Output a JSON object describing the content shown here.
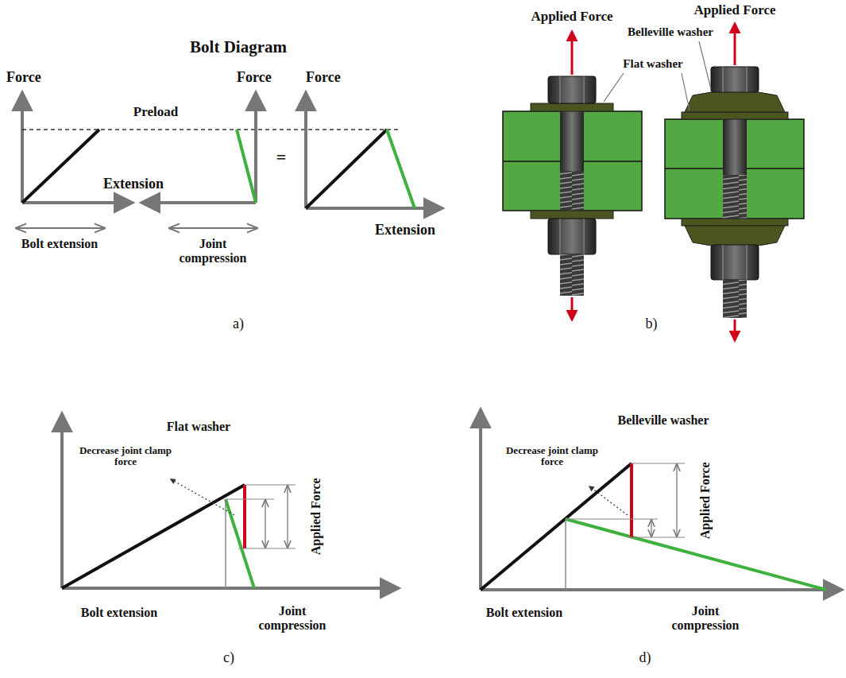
{
  "diagram": {
    "labels": [
      "Bolt Diagram",
      "Force",
      "Force",
      "Force",
      "Preload",
      "Extension",
      "=",
      "Extension",
      "Bolt extension",
      "Joint compression",
      "a)",
      "Applied Force",
      "Applied Force",
      "Belleville washer",
      "Flat washer",
      "b)",
      "Flat washer",
      "Decrease joint clamp force",
      "Applied Force",
      "Bolt extension",
      "Joint compression",
      "c)",
      "Belleville washer",
      "Decrease joint clamp force",
      "Applied Force",
      "Bolt extension",
      "Joint compression",
      "d)"
    ]
  }
}
